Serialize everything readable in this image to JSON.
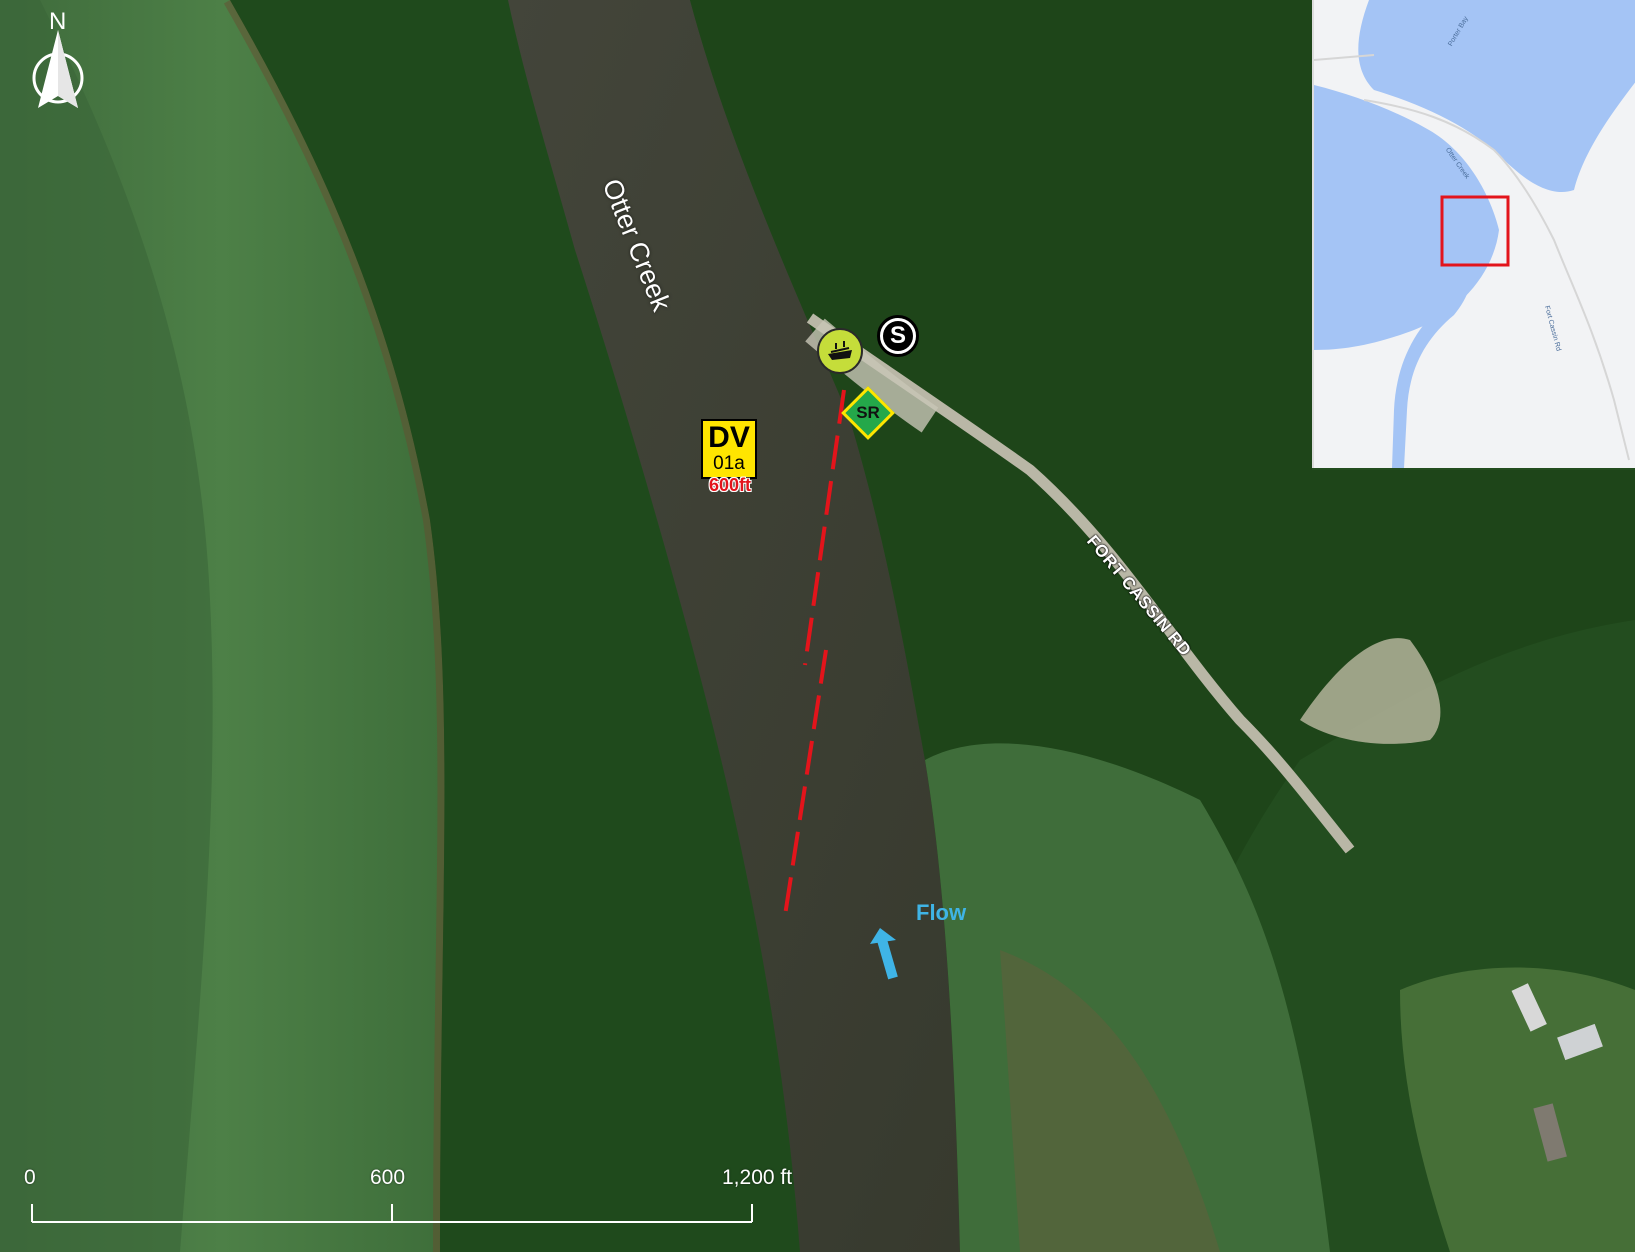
{
  "map": {
    "creek_label": "Otter Creek",
    "road_label": "FORT CASSIN RD",
    "flow_label": "Flow",
    "north_letter": "N",
    "colors": {
      "water": "#3b3d2c",
      "marsh": "#4a7a43",
      "forest": "#23501f",
      "road": "#b9b7a6",
      "dashed_line": "#e3141b",
      "flow_arrow": "#3fb4e6",
      "inset_water": "#a4c4f5"
    }
  },
  "markers": {
    "dv_title": "DV",
    "dv_code": "01a",
    "dv_distance": "600ft",
    "s_symbol": "S",
    "sr_symbol": "SR",
    "boat_icon": "boat-launch-icon"
  },
  "scale": {
    "ticks": [
      "0",
      "600",
      "1,200 ft"
    ]
  },
  "inset": {
    "labels": [
      "Porter Bay",
      "Otter Creek",
      "Fort Cassin Rd"
    ],
    "extent_box_color": "#e3141b"
  }
}
